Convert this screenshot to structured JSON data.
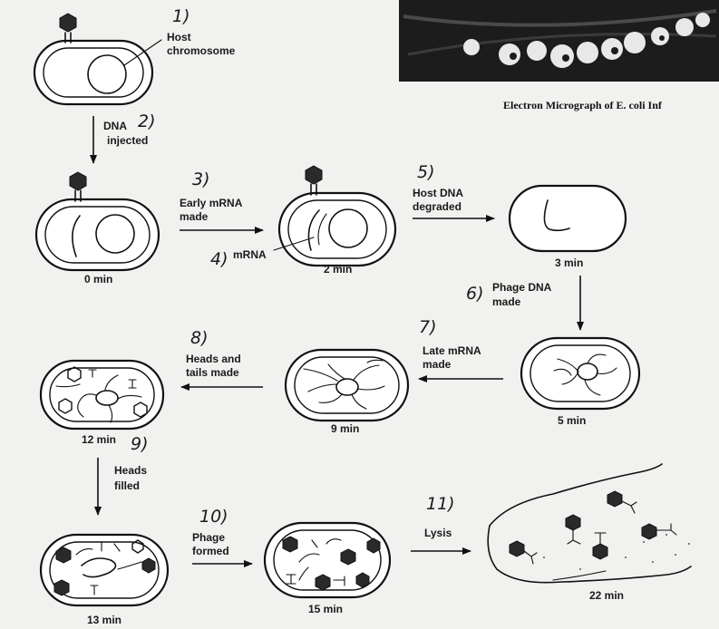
{
  "micrograph": {
    "caption": "Electron Micrograph of E. coli Inf"
  },
  "labels": {
    "host_chromosome_line1": "Host",
    "host_chromosome_line2": "chromosome",
    "dna_injected_line1": "DNA",
    "dna_injected_line2": "injected",
    "early_mrna_line1": "Early mRNA",
    "early_mrna_line2": "made",
    "mrna": "mRNA",
    "host_dna_degraded_line1": "Host DNA",
    "host_dna_degraded_line2": "degraded",
    "phage_dna_made_line1": "Phage DNA",
    "phage_dna_made_line2": "made",
    "late_mrna_line1": "Late mRNA",
    "late_mrna_line2": "made",
    "heads_tails_line1": "Heads and",
    "heads_tails_line2": "tails made",
    "heads_filled_line1": "Heads",
    "heads_filled_line2": "filled",
    "phage_formed_line1": "Phage",
    "phage_formed_line2": "formed",
    "lysis": "Lysis"
  },
  "handwritten_numbers": [
    "1)",
    "2)",
    "3)",
    "4)",
    "5)",
    "6)",
    "7)",
    "8)",
    "9)",
    "10)",
    "11)"
  ],
  "times": [
    "0 min",
    "2 min",
    "3 min",
    "5 min",
    "9 min",
    "12 min",
    "13 min",
    "15 min",
    "22 min"
  ]
}
